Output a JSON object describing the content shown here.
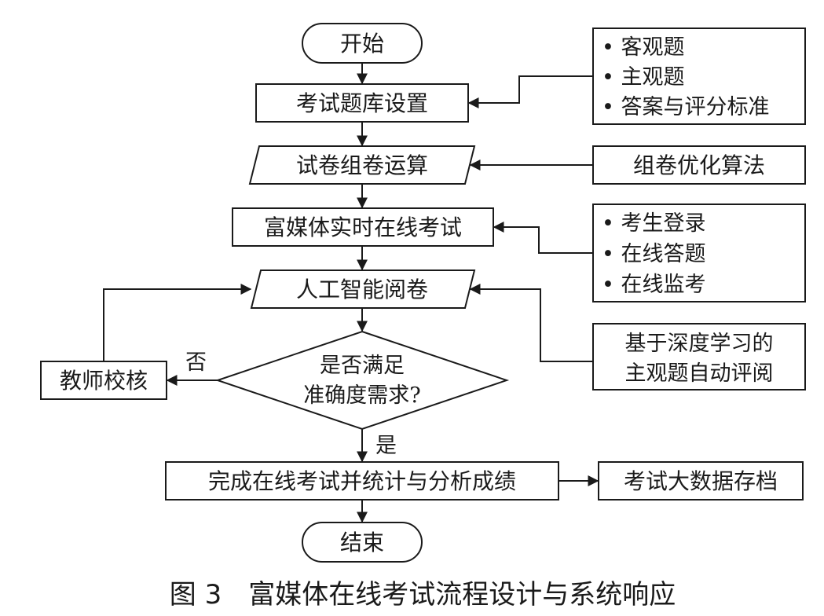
{
  "nodes": {
    "start": "开始",
    "bank_setup": "考试题库设置",
    "compose": "试卷组卷运算",
    "online_exam": "富媒体实时在线考试",
    "ai_grading": "人工智能阅卷",
    "decision_line1": "是否满足",
    "decision_line2": "准确度需求?",
    "teacher_review": "教师校核",
    "finish_stats": "完成在线考试并统计与分析成绩",
    "archive": "考试大数据存档",
    "end": "结束"
  },
  "side_boxes": {
    "bank_items": [
      "• 客观题",
      "• 主观题",
      "• 答案与评分标准"
    ],
    "algorithm": "组卷优化算法",
    "exam_items": [
      "• 考生登录",
      "• 在线答题",
      "• 在线监考"
    ],
    "deep_learning_line1": "基于深度学习的",
    "deep_learning_line2": "主观题自动评阅"
  },
  "branch_labels": {
    "no": "否",
    "yes": "是"
  },
  "caption": "图 3　富媒体在线考试流程设计与系统响应"
}
